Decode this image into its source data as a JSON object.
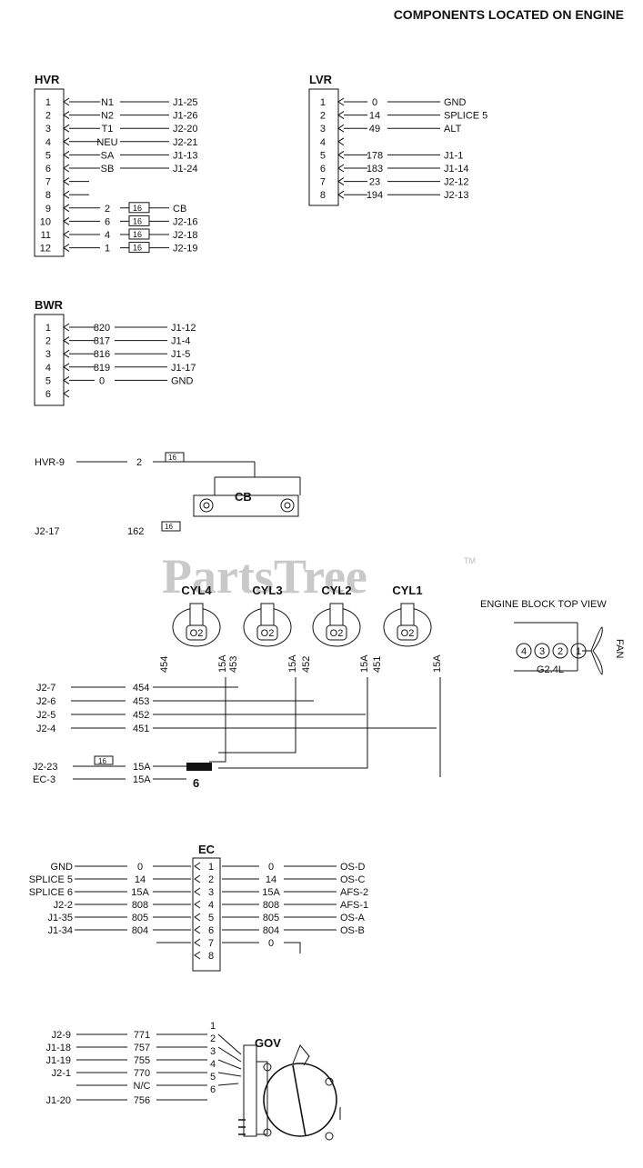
{
  "title": "COMPONENTS LOCATED ON ENGINE",
  "watermark": "PartsTree",
  "watermark_tm": "TM",
  "hvr": {
    "label": "HVR",
    "pins": [
      "1",
      "2",
      "3",
      "4",
      "5",
      "6",
      "7",
      "8",
      "9",
      "10",
      "11",
      "12"
    ],
    "wires": [
      "N1",
      "N2",
      "T1",
      "NEU",
      "SA",
      "SB",
      "",
      "",
      "2",
      "6",
      "4",
      "1"
    ],
    "dest": [
      "J1-25",
      "J1-26",
      "J2-20",
      "J2-21",
      "J1-13",
      "J1-24",
      "",
      "",
      "CB",
      "J2-16",
      "J2-18",
      "J2-19"
    ],
    "fuse": [
      "16",
      "16",
      "16",
      "16"
    ]
  },
  "lvr": {
    "label": "LVR",
    "pins": [
      "1",
      "2",
      "3",
      "4",
      "5",
      "6",
      "7",
      "8"
    ],
    "wires": [
      "0",
      "14",
      "49",
      "",
      "178",
      "183",
      "23",
      "194"
    ],
    "dest": [
      "GND",
      "SPLICE 5",
      "ALT",
      "",
      "J1-1",
      "J1-14",
      "J2-12",
      "J2-13"
    ]
  },
  "bwr": {
    "label": "BWR",
    "pins": [
      "1",
      "2",
      "3",
      "4",
      "5",
      "6"
    ],
    "wires": [
      "820",
      "817",
      "816",
      "819",
      "0",
      ""
    ],
    "dest": [
      "J1-12",
      "J1-4",
      "J1-5",
      "J1-17",
      "GND",
      ""
    ]
  },
  "cb": {
    "label": "CB",
    "left_top": "HVR-9",
    "wire_top": "2",
    "fuse_top": "16",
    "left_bottom": "J2-17",
    "wire_bottom": "162",
    "fuse_bottom": "16"
  },
  "cylinders": {
    "labels": [
      "CYL4",
      "CYL3",
      "CYL2",
      "CYL1"
    ],
    "sensor": "O2",
    "wires": [
      [
        "454",
        "15A",
        "453"
      ],
      [
        "15A",
        "452"
      ],
      [
        "15A",
        "451"
      ],
      [
        "15A"
      ]
    ]
  },
  "engine_view": {
    "title": "ENGINE BLOCK TOP VIEW",
    "cyls": [
      "4",
      "3",
      "2",
      "1"
    ],
    "model": "G2.4L",
    "fan": "FAN"
  },
  "cyl_connections": {
    "left": [
      "J2-7",
      "J2-6",
      "J2-5",
      "J2-4"
    ],
    "wires": [
      "454",
      "453",
      "452",
      "451"
    ],
    "splice_left": [
      "J2-23",
      "EC-3"
    ],
    "splice_fuse": "16",
    "splice_wires": [
      "15A",
      "15A"
    ],
    "splice_label": "6"
  },
  "ec": {
    "label": "EC",
    "left": [
      "GND",
      "SPLICE 5",
      "SPLICE 6",
      "J2-2",
      "J1-35",
      "J1-34",
      ""
    ],
    "left_wires": [
      "0",
      "14",
      "15A",
      "808",
      "805",
      "804",
      ""
    ],
    "pins": [
      "1",
      "2",
      "3",
      "4",
      "5",
      "6",
      "7",
      "8"
    ],
    "right_wires": [
      "0",
      "14",
      "15A",
      "808",
      "805",
      "804",
      "0"
    ],
    "right": [
      "OS-D",
      "OS-C",
      "AFS-2",
      "AFS-1",
      "OS-A",
      "OS-B",
      ""
    ]
  },
  "gov": {
    "label": "GOV",
    "left": [
      "J2-9",
      "J1-18",
      "J1-19",
      "J2-1",
      "",
      "J1-20"
    ],
    "wires": [
      "771",
      "757",
      "755",
      "770",
      "N/C",
      "756"
    ],
    "pins": [
      "1",
      "2",
      "3",
      "4",
      "5",
      "6"
    ]
  }
}
